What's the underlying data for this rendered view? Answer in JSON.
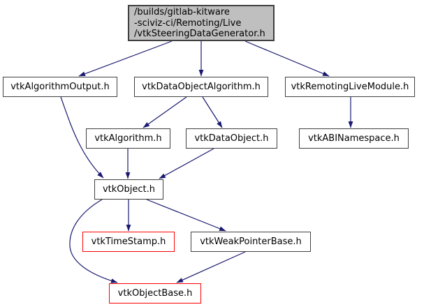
{
  "diagram": {
    "kind": "include-dependency-graph",
    "colors": {
      "edge": "#191970",
      "node_border": "#404040",
      "truncated_border": "#ff0000",
      "root_fill": "#bfbfbf",
      "background": "#ffffff",
      "text": "#000000"
    },
    "nodes": [
      {
        "id": "root",
        "label": "/builds/gitlab-kitware\n-sciviz-ci/Remoting/Live\n/vtkSteeringDataGenerator.h",
        "kind": "root"
      },
      {
        "id": "vtkAlgorithmOutput",
        "label": "vtkAlgorithmOutput.h",
        "kind": "normal"
      },
      {
        "id": "vtkDataObjectAlgorithm",
        "label": "vtkDataObjectAlgorithm.h",
        "kind": "normal"
      },
      {
        "id": "vtkRemotingLiveModule",
        "label": "vtkRemotingLiveModule.h",
        "kind": "normal"
      },
      {
        "id": "vtkAlgorithm",
        "label": "vtkAlgorithm.h",
        "kind": "normal"
      },
      {
        "id": "vtkDataObject",
        "label": "vtkDataObject.h",
        "kind": "normal"
      },
      {
        "id": "vtkABINamespace",
        "label": "vtkABINamespace.h",
        "kind": "normal"
      },
      {
        "id": "vtkObject",
        "label": "vtkObject.h",
        "kind": "normal"
      },
      {
        "id": "vtkTimeStamp",
        "label": "vtkTimeStamp.h",
        "kind": "truncated"
      },
      {
        "id": "vtkWeakPointerBase",
        "label": "vtkWeakPointerBase.h",
        "kind": "normal"
      },
      {
        "id": "vtkObjectBase",
        "label": "vtkObjectBase.h",
        "kind": "truncated"
      }
    ],
    "edges": [
      {
        "from": "root",
        "to": "vtkAlgorithmOutput"
      },
      {
        "from": "root",
        "to": "vtkDataObjectAlgorithm"
      },
      {
        "from": "root",
        "to": "vtkRemotingLiveModule"
      },
      {
        "from": "vtkDataObjectAlgorithm",
        "to": "vtkAlgorithm"
      },
      {
        "from": "vtkDataObjectAlgorithm",
        "to": "vtkDataObject"
      },
      {
        "from": "vtkRemotingLiveModule",
        "to": "vtkABINamespace"
      },
      {
        "from": "vtkAlgorithmOutput",
        "to": "vtkObject"
      },
      {
        "from": "vtkAlgorithm",
        "to": "vtkObject"
      },
      {
        "from": "vtkDataObject",
        "to": "vtkObject"
      },
      {
        "from": "vtkObject",
        "to": "vtkTimeStamp"
      },
      {
        "from": "vtkObject",
        "to": "vtkWeakPointerBase"
      },
      {
        "from": "vtkObject",
        "to": "vtkObjectBase"
      },
      {
        "from": "vtkWeakPointerBase",
        "to": "vtkObjectBase"
      }
    ]
  }
}
